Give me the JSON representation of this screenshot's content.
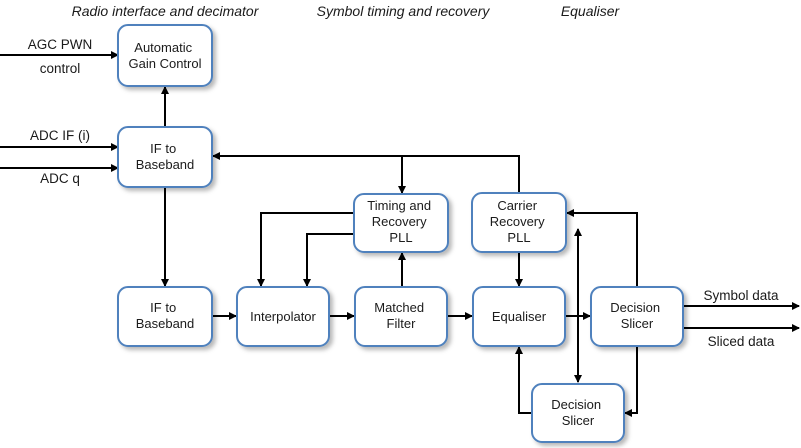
{
  "colors": {
    "block_border": "#4f81bd",
    "block_fill": "#ffffff",
    "wire": "#000000",
    "text": "#1a1a1a"
  },
  "sections": {
    "radio": "Radio interface and decimator",
    "timing": "Symbol timing and recovery",
    "equaliser": "Equaliser"
  },
  "blocks": {
    "agc": [
      "Automatic",
      "Gain Control"
    ],
    "if_top": [
      "IF to",
      "Baseband"
    ],
    "if_bottom": [
      "IF to",
      "Baseband"
    ],
    "interpolator": [
      "Interpolator"
    ],
    "timing_pll": [
      "Timing and",
      "Recovery",
      "PLL"
    ],
    "matched_filter": [
      "Matched",
      "Filter"
    ],
    "carrier_pll": [
      "Carrier",
      "Recovery",
      "PLL"
    ],
    "equaliser": [
      "Equaliser"
    ],
    "decision_slicer_main": [
      "Decision",
      "Slicer"
    ],
    "decision_slicer_feedback": [
      "Decision",
      "Slicer"
    ]
  },
  "io": {
    "agc_pwn": "AGC PWN",
    "control": "control",
    "adc_if": "ADC IF (i)",
    "adc_q": "ADC q",
    "symbol_data": "Symbol data",
    "sliced_data": "Sliced data"
  }
}
